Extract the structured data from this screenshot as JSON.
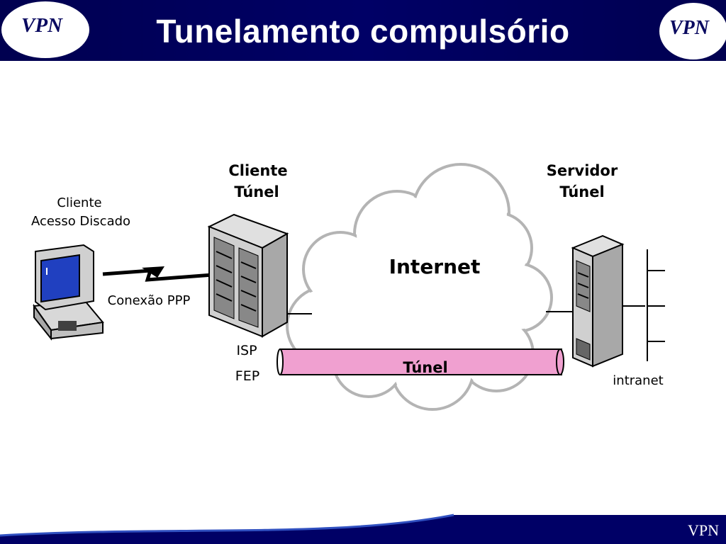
{
  "slide": {
    "title": "Tunelamento compulsório",
    "logo_left": "VPN",
    "logo_right": "VPN",
    "footer": "VPN"
  },
  "diagram": {
    "dialup_client": [
      "Cliente",
      "Acesso Discado"
    ],
    "tunnel_client": [
      "Cliente",
      "Túnel"
    ],
    "tunnel_server": [
      "Servidor",
      "Túnel"
    ],
    "ppp_connection": "Conexão PPP",
    "internet": "Internet",
    "isp": "ISP",
    "fep": "FEP",
    "tunnel": "Túnel",
    "intranet": "intranet"
  },
  "colors": {
    "header_bg": "#000066",
    "tunnel_fill": "#f0a0d0",
    "cloud_fill": "#ffffff",
    "cloud_stroke": "#b8b8b8"
  }
}
